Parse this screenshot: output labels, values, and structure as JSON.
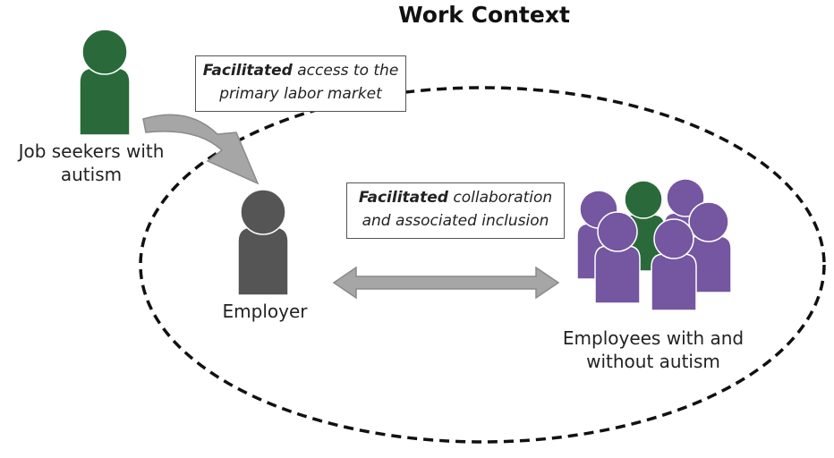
{
  "title": "Work Context",
  "job_seekers": {
    "line1": "Job seekers with",
    "line2": "autism"
  },
  "employer": {
    "label": "Employer"
  },
  "employees": {
    "line1": "Employees with and",
    "line2": "without autism"
  },
  "box_access": {
    "bold": "Facilitated",
    "rest1": " access to the",
    "line2": "primary labor market"
  },
  "box_collab": {
    "bold": "Facilitated",
    "rest1": " collaboration",
    "line2": "and associated inclusion"
  },
  "colors": {
    "job_seeker": "#2a6a3a",
    "employer": "#555555",
    "employee_purple": "#7556a0",
    "employee_green": "#2a6a3a",
    "arrow": "#a6a6a6",
    "arrow_stroke": "#8a8a8a"
  },
  "icons": [
    "person-icon"
  ]
}
